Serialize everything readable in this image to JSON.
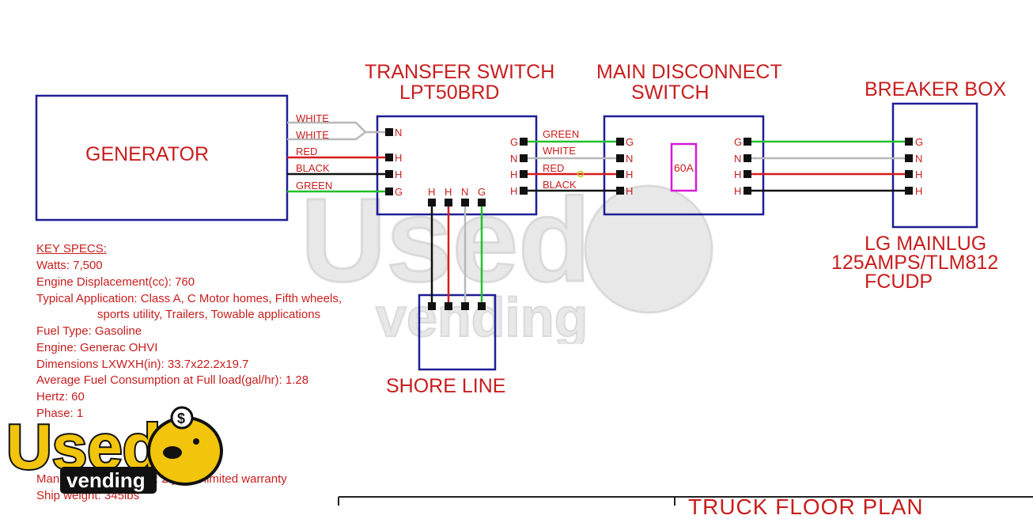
{
  "generator": {
    "label": "GENERATOR"
  },
  "transfer_switch": {
    "title_line1": "TRANSFER SWITCH",
    "title_line2": "LPT50BRD"
  },
  "main_disconnect": {
    "title_line1": "MAIN DISCONNECT",
    "title_line2": "SWITCH",
    "fuse_label": "60A"
  },
  "breaker_box": {
    "title": "BREAKER BOX",
    "caption_line1": "LG MAINLUG",
    "caption_line2": "125AMPS/TLM812",
    "caption_line3": "FCUDP"
  },
  "shore_line": {
    "label": "SHORE LINE"
  },
  "generator_wires": [
    "WHITE",
    "WHITE",
    "RED",
    "BLACK",
    "GREEN"
  ],
  "disconnect_wires": [
    "GREEN",
    "WHITE",
    "RED",
    "BLACK"
  ],
  "terminals": {
    "ts_left": [
      "N",
      "H",
      "H",
      "G"
    ],
    "ts_right": [
      "G",
      "N",
      "H",
      "H"
    ],
    "ts_bottom": [
      "H",
      "H",
      "N",
      "G"
    ],
    "md_left": [
      "G",
      "N",
      "H",
      "H"
    ],
    "md_right": [
      "G",
      "N",
      "H",
      "H"
    ],
    "bb": [
      "G",
      "N",
      "H",
      "H"
    ]
  },
  "key_specs": {
    "title": "KEY SPECS:",
    "watts": "Watts: 7,500",
    "displacement": "Engine Displacement(cc): 760",
    "application_line1": "Typical Application: Class A, C Motor homes, Fifth wheels,",
    "application_line2": "sports utility, Trailers, Towable applications",
    "fuel_type": "Fuel Type: Gasoline",
    "engine": "Engine: Generac OHVI",
    "dimensions": "Dimensions LXWXH(in): 33.7x22.2x19.7",
    "fuel_consumption": "Average Fuel Consumption at Full load(gal/hr): 1.28",
    "hertz": "Hertz: 60",
    "phase": "Phase: 1",
    "warranty": "Manufacturer warranty: 2 years limited warranty",
    "ship_weight": "Ship weight: 345lbs"
  },
  "logo": {
    "word1": "Used",
    "word2": "vending",
    "dollar": "$"
  },
  "floor_plan": {
    "title": "TRUCK FLOOR PLAN"
  },
  "colors": {
    "text_red": "#c81e1e",
    "box_blue": "#1e1e96",
    "wire_green": "#22c02a",
    "wire_white": "#b8b8b8",
    "wire_red": "#d81c1c",
    "wire_black": "#111111",
    "fuse_magenta": "#d61ad6",
    "logo_yellow": "#f2c40c"
  }
}
